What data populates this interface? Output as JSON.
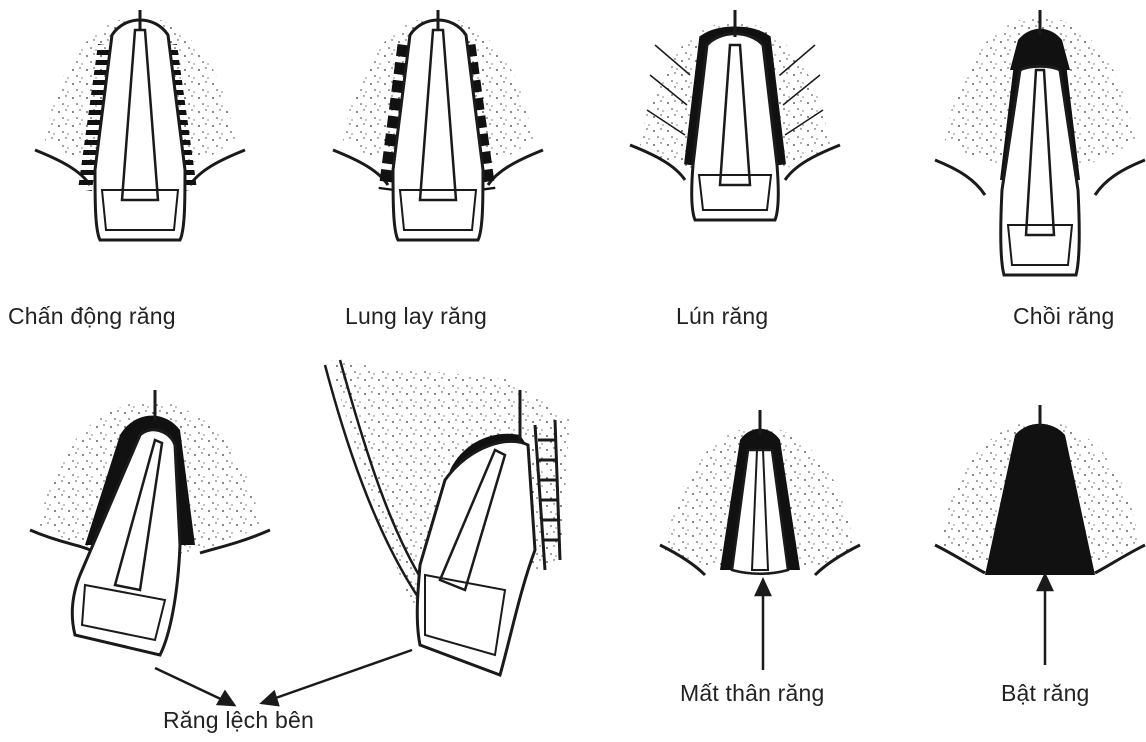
{
  "figure": {
    "panels": [
      {
        "id": "concussion",
        "label": "Chấn động răng",
        "ligament": "striped"
      },
      {
        "id": "subluxation",
        "label": "Lung lay răng",
        "ligament": "striped-dark"
      },
      {
        "id": "intrusion",
        "label": "Lún răng",
        "ligament": "dark-thin"
      },
      {
        "id": "extrusion",
        "label": "Chồi răng",
        "ligament": "dark-thick"
      },
      {
        "id": "lateral-luxation-1",
        "label": "",
        "ligament": "dark-partial"
      },
      {
        "id": "lateral-luxation-2",
        "label": "",
        "ligament": "dark-partial"
      },
      {
        "id": "crown-loss",
        "label": "Mất thân răng",
        "ligament": "dark-thin"
      },
      {
        "id": "avulsion",
        "label": "Bật răng",
        "ligament": "socket-empty"
      }
    ],
    "shared_label": "Răng lệch bên"
  },
  "colors": {
    "ink": "#1a1a1a",
    "paper": "#ffffff",
    "fill_dark": "#111111"
  }
}
